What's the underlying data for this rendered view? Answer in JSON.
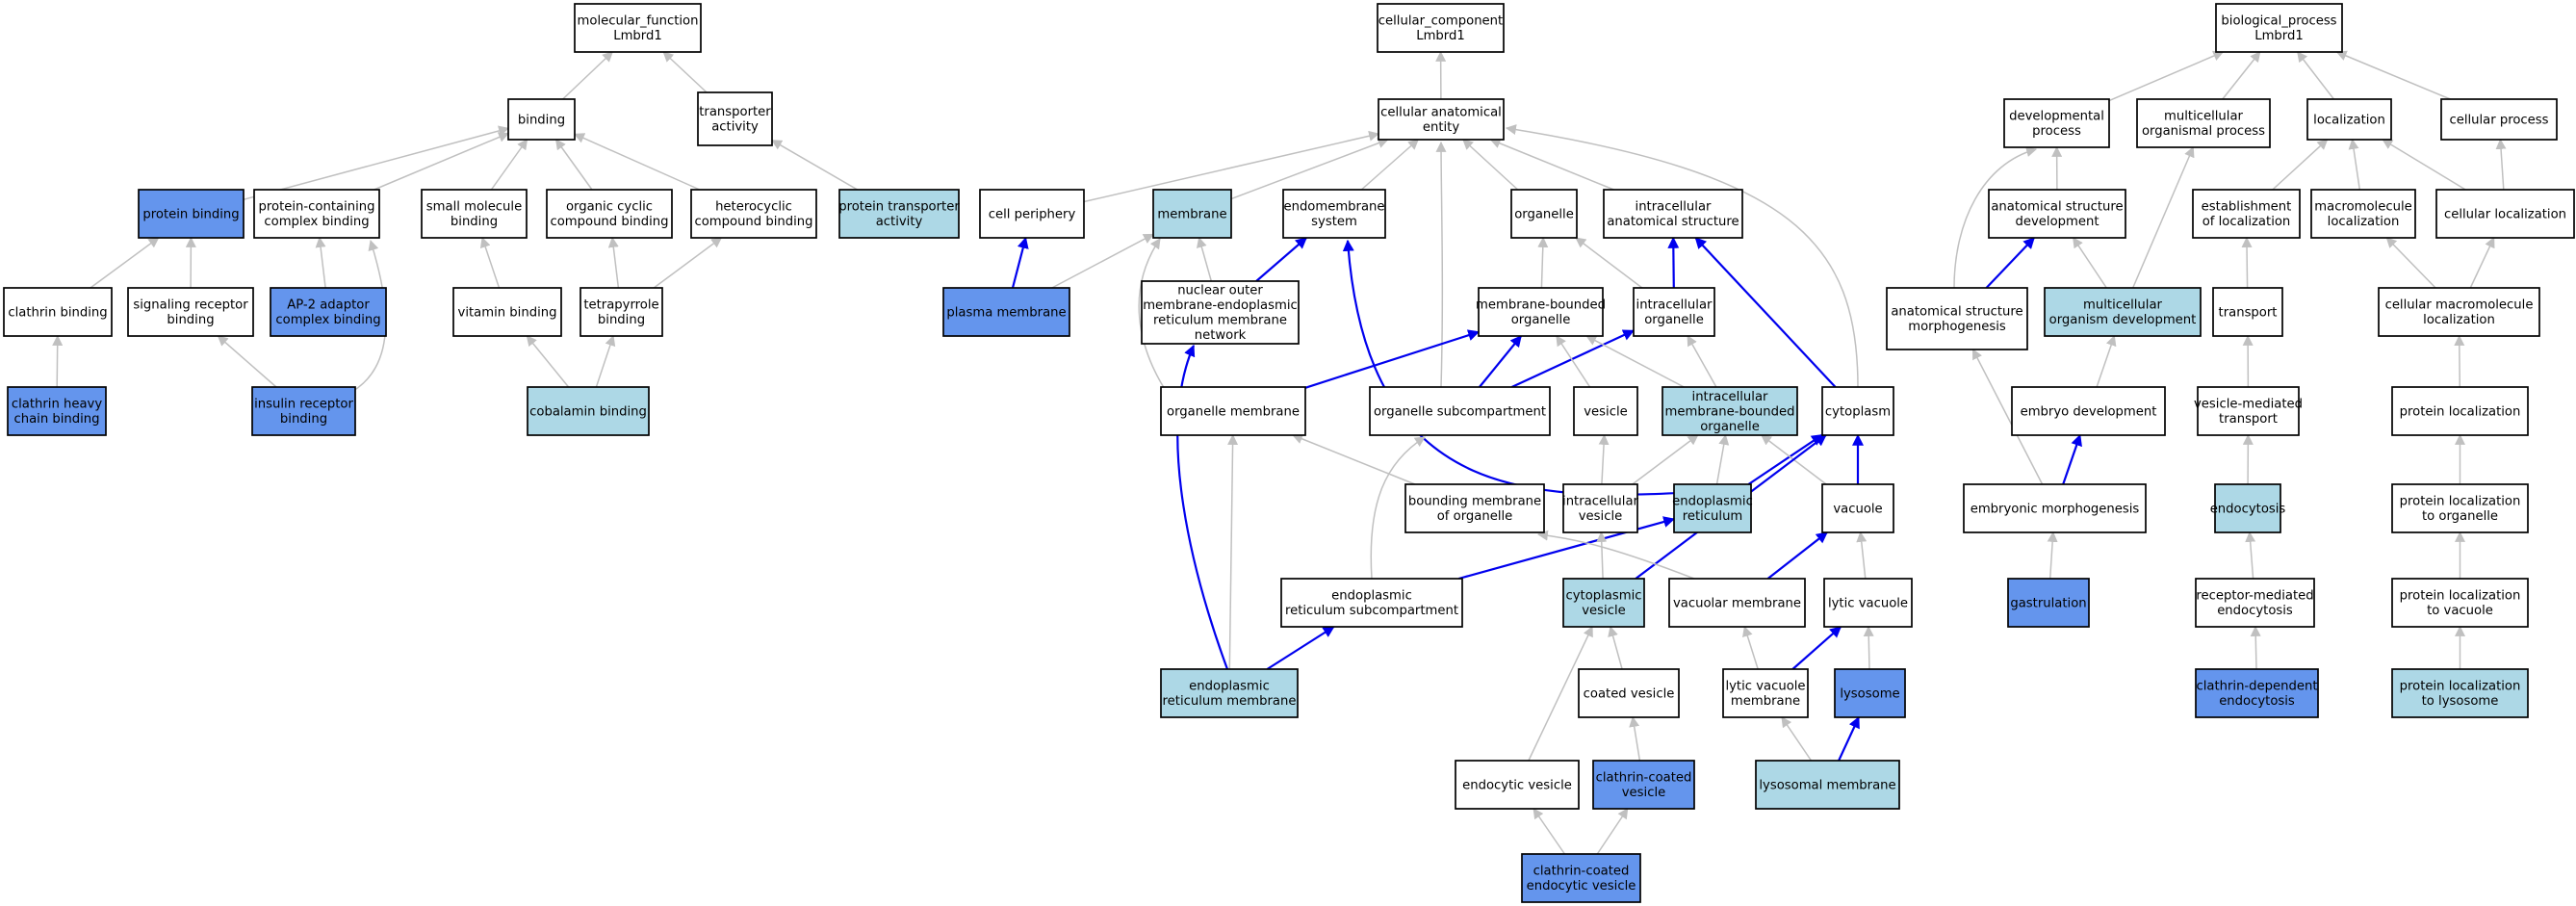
{
  "colors": {
    "plain": "#ffffff",
    "light": "#add8e6",
    "dark": "#6495ed",
    "edge_gray": "#c0c0c0",
    "edge_blue": "#0000ee"
  },
  "nodes": [
    {
      "id": "mf",
      "lines": [
        "molecular_function",
        "Lmbrd1"
      ],
      "fill": "plain"
    },
    {
      "id": "binding",
      "lines": [
        "binding"
      ],
      "fill": "plain"
    },
    {
      "id": "transporter_act",
      "lines": [
        "transporter",
        "activity"
      ],
      "fill": "plain"
    },
    {
      "id": "protein_binding",
      "lines": [
        "protein binding"
      ],
      "fill": "dark"
    },
    {
      "id": "prot_containing",
      "lines": [
        "protein-containing",
        "complex binding"
      ],
      "fill": "plain"
    },
    {
      "id": "small_molecule",
      "lines": [
        "small molecule",
        "binding"
      ],
      "fill": "plain"
    },
    {
      "id": "organic_cyclic",
      "lines": [
        "organic cyclic",
        "compound binding"
      ],
      "fill": "plain"
    },
    {
      "id": "heterocyclic",
      "lines": [
        "heterocyclic",
        "compound binding"
      ],
      "fill": "plain"
    },
    {
      "id": "prot_transporter",
      "lines": [
        "protein transporter",
        "activity"
      ],
      "fill": "light"
    },
    {
      "id": "clathrin_binding",
      "lines": [
        "clathrin binding"
      ],
      "fill": "plain"
    },
    {
      "id": "signaling_receptor",
      "lines": [
        "signaling receptor",
        "binding"
      ],
      "fill": "plain"
    },
    {
      "id": "ap2_adaptor",
      "lines": [
        "AP-2 adaptor",
        "complex binding"
      ],
      "fill": "dark"
    },
    {
      "id": "vitamin_binding",
      "lines": [
        "vitamin binding"
      ],
      "fill": "plain"
    },
    {
      "id": "tetrapyrrole",
      "lines": [
        "tetrapyrrole",
        "binding"
      ],
      "fill": "plain"
    },
    {
      "id": "clathrin_heavy",
      "lines": [
        "clathrin heavy",
        "chain binding"
      ],
      "fill": "dark"
    },
    {
      "id": "insulin_receptor",
      "lines": [
        "insulin receptor",
        "binding"
      ],
      "fill": "dark"
    },
    {
      "id": "cobalamin",
      "lines": [
        "cobalamin binding"
      ],
      "fill": "light"
    },
    {
      "id": "cc",
      "lines": [
        "cellular_component",
        "Lmbrd1"
      ],
      "fill": "plain"
    },
    {
      "id": "cae",
      "lines": [
        "cellular anatomical",
        "entity"
      ],
      "fill": "plain"
    },
    {
      "id": "cell_periphery",
      "lines": [
        "cell periphery"
      ],
      "fill": "plain"
    },
    {
      "id": "membrane",
      "lines": [
        "membrane"
      ],
      "fill": "light"
    },
    {
      "id": "endomembrane",
      "lines": [
        "endomembrane",
        "system"
      ],
      "fill": "plain"
    },
    {
      "id": "organelle",
      "lines": [
        "organelle"
      ],
      "fill": "plain"
    },
    {
      "id": "intracell_anat",
      "lines": [
        "intracellular",
        "anatomical structure"
      ],
      "fill": "plain"
    },
    {
      "id": "plasma_membrane",
      "lines": [
        "plasma membrane"
      ],
      "fill": "dark"
    },
    {
      "id": "nuclear_outer",
      "lines": [
        "nuclear outer",
        "membrane-endoplasmic",
        "reticulum membrane",
        "network"
      ],
      "fill": "plain"
    },
    {
      "id": "membrane_bounded",
      "lines": [
        "membrane-bounded",
        "organelle"
      ],
      "fill": "plain"
    },
    {
      "id": "intracell_organelle",
      "lines": [
        "intracellular",
        "organelle"
      ],
      "fill": "plain"
    },
    {
      "id": "organelle_membrane",
      "lines": [
        "organelle membrane"
      ],
      "fill": "plain"
    },
    {
      "id": "organelle_subcomp",
      "lines": [
        "organelle subcompartment"
      ],
      "fill": "plain"
    },
    {
      "id": "vesicle",
      "lines": [
        "vesicle"
      ],
      "fill": "plain"
    },
    {
      "id": "imbo",
      "lines": [
        "intracellular",
        "membrane-bounded",
        "organelle"
      ],
      "fill": "light"
    },
    {
      "id": "cytoplasm",
      "lines": [
        "cytoplasm"
      ],
      "fill": "plain"
    },
    {
      "id": "bounding_membrane",
      "lines": [
        "bounding membrane",
        "of organelle"
      ],
      "fill": "plain"
    },
    {
      "id": "intracell_vesicle",
      "lines": [
        "intracellular",
        "vesicle"
      ],
      "fill": "plain"
    },
    {
      "id": "er",
      "lines": [
        "endoplasmic",
        "reticulum"
      ],
      "fill": "light"
    },
    {
      "id": "vacuole",
      "lines": [
        "vacuole"
      ],
      "fill": "plain"
    },
    {
      "id": "er_subcomp",
      "lines": [
        "endoplasmic",
        "reticulum subcompartment"
      ],
      "fill": "plain"
    },
    {
      "id": "cytoplasmic_vesicle",
      "lines": [
        "cytoplasmic",
        "vesicle"
      ],
      "fill": "light"
    },
    {
      "id": "vacuolar_membrane",
      "lines": [
        "vacuolar membrane"
      ],
      "fill": "plain"
    },
    {
      "id": "lytic_vacuole",
      "lines": [
        "lytic vacuole"
      ],
      "fill": "plain"
    },
    {
      "id": "er_membrane",
      "lines": [
        "endoplasmic",
        "reticulum membrane"
      ],
      "fill": "light"
    },
    {
      "id": "coated_vesicle",
      "lines": [
        "coated vesicle"
      ],
      "fill": "plain"
    },
    {
      "id": "lytic_vac_membrane",
      "lines": [
        "lytic vacuole",
        "membrane"
      ],
      "fill": "plain"
    },
    {
      "id": "lysosome",
      "lines": [
        "lysosome"
      ],
      "fill": "dark"
    },
    {
      "id": "endocytic_vesicle",
      "lines": [
        "endocytic vesicle"
      ],
      "fill": "plain"
    },
    {
      "id": "clathrin_coated_vesicle",
      "lines": [
        "clathrin-coated",
        "vesicle"
      ],
      "fill": "dark"
    },
    {
      "id": "lysosomal_membrane",
      "lines": [
        "lysosomal membrane"
      ],
      "fill": "light"
    },
    {
      "id": "cc_endocytic_vesicle",
      "lines": [
        "clathrin-coated",
        "endocytic vesicle"
      ],
      "fill": "dark"
    },
    {
      "id": "bp",
      "lines": [
        "biological_process",
        "Lmbrd1"
      ],
      "fill": "plain"
    },
    {
      "id": "developmental",
      "lines": [
        "developmental",
        "process"
      ],
      "fill": "plain"
    },
    {
      "id": "multicellular_proc",
      "lines": [
        "multicellular",
        "organismal process"
      ],
      "fill": "plain"
    },
    {
      "id": "localization",
      "lines": [
        "localization"
      ],
      "fill": "plain"
    },
    {
      "id": "cellular_process",
      "lines": [
        "cellular process"
      ],
      "fill": "plain"
    },
    {
      "id": "anat_struct_dev",
      "lines": [
        "anatomical structure",
        "development"
      ],
      "fill": "plain"
    },
    {
      "id": "establishment_loc",
      "lines": [
        "establishment",
        "of localization"
      ],
      "fill": "plain"
    },
    {
      "id": "macromolecule_loc",
      "lines": [
        "macromolecule",
        "localization"
      ],
      "fill": "plain"
    },
    {
      "id": "cellular_loc",
      "lines": [
        "cellular localization"
      ],
      "fill": "plain"
    },
    {
      "id": "anat_struct_morph",
      "lines": [
        "anatomical structure",
        "morphogenesis"
      ],
      "fill": "plain"
    },
    {
      "id": "multicell_org_dev",
      "lines": [
        "multicellular",
        "organism development"
      ],
      "fill": "light"
    },
    {
      "id": "transport",
      "lines": [
        "transport"
      ],
      "fill": "plain"
    },
    {
      "id": "cell_macromol_loc",
      "lines": [
        "cellular macromolecule",
        "localization"
      ],
      "fill": "plain"
    },
    {
      "id": "embryo_dev",
      "lines": [
        "embryo development"
      ],
      "fill": "plain"
    },
    {
      "id": "vesicle_transport",
      "lines": [
        "vesicle-mediated",
        "transport"
      ],
      "fill": "plain"
    },
    {
      "id": "protein_loc",
      "lines": [
        "protein localization"
      ],
      "fill": "plain"
    },
    {
      "id": "embryonic_morph",
      "lines": [
        "embryonic morphogenesis"
      ],
      "fill": "plain"
    },
    {
      "id": "endocytosis",
      "lines": [
        "endocytosis"
      ],
      "fill": "light"
    },
    {
      "id": "protein_loc_organelle",
      "lines": [
        "protein localization",
        "to organelle"
      ],
      "fill": "plain"
    },
    {
      "id": "gastrulation",
      "lines": [
        "gastrulation"
      ],
      "fill": "dark"
    },
    {
      "id": "receptor_endocytosis",
      "lines": [
        "receptor-mediated",
        "endocytosis"
      ],
      "fill": "plain"
    },
    {
      "id": "protein_loc_vacuole",
      "lines": [
        "protein localization",
        "to vacuole"
      ],
      "fill": "plain"
    },
    {
      "id": "clathrin_endocytosis",
      "lines": [
        "clathrin-dependent",
        "endocytosis"
      ],
      "fill": "dark"
    },
    {
      "id": "protein_loc_lysosome",
      "lines": [
        "protein localization",
        "to lysosome"
      ],
      "fill": "light"
    }
  ],
  "edges": [
    {
      "from": "binding",
      "to": "mf",
      "color": "gray"
    },
    {
      "from": "transporter_act",
      "to": "mf",
      "color": "gray"
    },
    {
      "from": "protein_binding",
      "to": "binding",
      "color": "gray"
    },
    {
      "from": "prot_containing",
      "to": "binding",
      "color": "gray"
    },
    {
      "from": "small_molecule",
      "to": "binding",
      "color": "gray"
    },
    {
      "from": "organic_cyclic",
      "to": "binding",
      "color": "gray"
    },
    {
      "from": "heterocyclic",
      "to": "binding",
      "color": "gray"
    },
    {
      "from": "prot_transporter",
      "to": "transporter_act",
      "color": "gray"
    },
    {
      "from": "clathrin_binding",
      "to": "protein_binding",
      "color": "gray"
    },
    {
      "from": "signaling_receptor",
      "to": "protein_binding",
      "color": "gray"
    },
    {
      "from": "ap2_adaptor",
      "to": "prot_containing",
      "color": "gray"
    },
    {
      "from": "insulin_receptor",
      "to": "prot_containing",
      "color": "gray"
    },
    {
      "from": "vitamin_binding",
      "to": "small_molecule",
      "color": "gray"
    },
    {
      "from": "tetrapyrrole",
      "to": "organic_cyclic",
      "color": "gray"
    },
    {
      "from": "tetrapyrrole",
      "to": "heterocyclic",
      "color": "gray"
    },
    {
      "from": "clathrin_heavy",
      "to": "clathrin_binding",
      "color": "gray"
    },
    {
      "from": "insulin_receptor",
      "to": "signaling_receptor",
      "color": "gray"
    },
    {
      "from": "cobalamin",
      "to": "vitamin_binding",
      "color": "gray"
    },
    {
      "from": "cobalamin",
      "to": "tetrapyrrole",
      "color": "gray"
    },
    {
      "from": "cae",
      "to": "cc",
      "color": "gray"
    },
    {
      "from": "cell_periphery",
      "to": "cae",
      "color": "gray"
    },
    {
      "from": "membrane",
      "to": "cae",
      "color": "gray"
    },
    {
      "from": "endomembrane",
      "to": "cae",
      "color": "gray"
    },
    {
      "from": "organelle",
      "to": "cae",
      "color": "gray"
    },
    {
      "from": "intracell_anat",
      "to": "cae",
      "color": "gray"
    },
    {
      "from": "organelle_subcomp",
      "to": "cae",
      "color": "gray"
    },
    {
      "from": "cytoplasm",
      "to": "cae",
      "color": "gray"
    },
    {
      "from": "plasma_membrane",
      "to": "cell_periphery",
      "color": "blue"
    },
    {
      "from": "plasma_membrane",
      "to": "membrane",
      "color": "gray"
    },
    {
      "from": "nuclear_outer",
      "to": "membrane",
      "color": "gray"
    },
    {
      "from": "nuclear_outer",
      "to": "endomembrane",
      "color": "blue"
    },
    {
      "from": "organelle_membrane",
      "to": "membrane",
      "color": "gray"
    },
    {
      "from": "membrane_bounded",
      "to": "organelle",
      "color": "gray"
    },
    {
      "from": "intracell_organelle",
      "to": "organelle",
      "color": "gray"
    },
    {
      "from": "intracell_organelle",
      "to": "intracell_anat",
      "color": "blue"
    },
    {
      "from": "organelle_membrane",
      "to": "membrane_bounded",
      "color": "blue"
    },
    {
      "from": "organelle_subcomp",
      "to": "membrane_bounded",
      "color": "blue"
    },
    {
      "from": "organelle_subcomp",
      "to": "intracell_organelle",
      "color": "blue"
    },
    {
      "from": "vesicle",
      "to": "membrane_bounded",
      "color": "gray"
    },
    {
      "from": "imbo",
      "to": "membrane_bounded",
      "color": "gray"
    },
    {
      "from": "imbo",
      "to": "intracell_organelle",
      "color": "gray"
    },
    {
      "from": "cytoplasm",
      "to": "intracell_anat",
      "color": "blue"
    },
    {
      "from": "bounding_membrane",
      "to": "organelle_membrane",
      "color": "gray"
    },
    {
      "from": "intracell_vesicle",
      "to": "vesicle",
      "color": "gray"
    },
    {
      "from": "intracell_vesicle",
      "to": "imbo",
      "color": "gray"
    },
    {
      "from": "er",
      "to": "imbo",
      "color": "gray"
    },
    {
      "from": "er",
      "to": "endomembrane",
      "color": "blue"
    },
    {
      "from": "er",
      "to": "cytoplasm",
      "color": "blue"
    },
    {
      "from": "vacuole",
      "to": "imbo",
      "color": "gray"
    },
    {
      "from": "vacuole",
      "to": "cytoplasm",
      "color": "blue"
    },
    {
      "from": "er_subcomp",
      "to": "organelle_subcomp",
      "color": "gray"
    },
    {
      "from": "er_subcomp",
      "to": "er",
      "color": "blue"
    },
    {
      "from": "cytoplasmic_vesicle",
      "to": "intracell_vesicle",
      "color": "gray"
    },
    {
      "from": "cytoplasmic_vesicle",
      "to": "cytoplasm",
      "color": "blue"
    },
    {
      "from": "vacuolar_membrane",
      "to": "bounding_membrane",
      "color": "gray"
    },
    {
      "from": "vacuolar_membrane",
      "to": "vacuole",
      "color": "blue"
    },
    {
      "from": "lytic_vacuole",
      "to": "vacuole",
      "color": "gray"
    },
    {
      "from": "er_membrane",
      "to": "organelle_membrane",
      "color": "gray"
    },
    {
      "from": "er_membrane",
      "to": "nuclear_outer",
      "color": "blue"
    },
    {
      "from": "er_membrane",
      "to": "er_subcomp",
      "color": "blue"
    },
    {
      "from": "coated_vesicle",
      "to": "cytoplasmic_vesicle",
      "color": "gray"
    },
    {
      "from": "lytic_vac_membrane",
      "to": "vacuolar_membrane",
      "color": "gray"
    },
    {
      "from": "lytic_vac_membrane",
      "to": "lytic_vacuole",
      "color": "blue"
    },
    {
      "from": "lysosome",
      "to": "lytic_vacuole",
      "color": "gray"
    },
    {
      "from": "endocytic_vesicle",
      "to": "cytoplasmic_vesicle",
      "color": "gray"
    },
    {
      "from": "clathrin_coated_vesicle",
      "to": "coated_vesicle",
      "color": "gray"
    },
    {
      "from": "lysosomal_membrane",
      "to": "lytic_vac_membrane",
      "color": "gray"
    },
    {
      "from": "lysosomal_membrane",
      "to": "lysosome",
      "color": "blue"
    },
    {
      "from": "cc_endocytic_vesicle",
      "to": "endocytic_vesicle",
      "color": "gray"
    },
    {
      "from": "cc_endocytic_vesicle",
      "to": "clathrin_coated_vesicle",
      "color": "gray"
    },
    {
      "from": "developmental",
      "to": "bp",
      "color": "gray"
    },
    {
      "from": "multicellular_proc",
      "to": "bp",
      "color": "gray"
    },
    {
      "from": "localization",
      "to": "bp",
      "color": "gray"
    },
    {
      "from": "cellular_process",
      "to": "bp",
      "color": "gray"
    },
    {
      "from": "anat_struct_dev",
      "to": "developmental",
      "color": "gray"
    },
    {
      "from": "anat_struct_morph",
      "to": "developmental",
      "color": "gray"
    },
    {
      "from": "establishment_loc",
      "to": "localization",
      "color": "gray"
    },
    {
      "from": "macromolecule_loc",
      "to": "localization",
      "color": "gray"
    },
    {
      "from": "cellular_loc",
      "to": "localization",
      "color": "gray"
    },
    {
      "from": "cellular_loc",
      "to": "cellular_process",
      "color": "gray"
    },
    {
      "from": "anat_struct_morph",
      "to": "anat_struct_dev",
      "color": "blue"
    },
    {
      "from": "multicell_org_dev",
      "to": "anat_struct_dev",
      "color": "gray"
    },
    {
      "from": "multicell_org_dev",
      "to": "multicellular_proc",
      "color": "gray"
    },
    {
      "from": "transport",
      "to": "establishment_loc",
      "color": "gray"
    },
    {
      "from": "cell_macromol_loc",
      "to": "macromolecule_loc",
      "color": "gray"
    },
    {
      "from": "cell_macromol_loc",
      "to": "cellular_loc",
      "color": "gray"
    },
    {
      "from": "embryo_dev",
      "to": "multicell_org_dev",
      "color": "gray"
    },
    {
      "from": "vesicle_transport",
      "to": "transport",
      "color": "gray"
    },
    {
      "from": "protein_loc",
      "to": "cell_macromol_loc",
      "color": "gray"
    },
    {
      "from": "embryonic_morph",
      "to": "anat_struct_morph",
      "color": "gray"
    },
    {
      "from": "embryonic_morph",
      "to": "embryo_dev",
      "color": "blue"
    },
    {
      "from": "endocytosis",
      "to": "vesicle_transport",
      "color": "gray"
    },
    {
      "from": "protein_loc_organelle",
      "to": "protein_loc",
      "color": "gray"
    },
    {
      "from": "gastrulation",
      "to": "embryonic_morph",
      "color": "gray"
    },
    {
      "from": "receptor_endocytosis",
      "to": "endocytosis",
      "color": "gray"
    },
    {
      "from": "protein_loc_vacuole",
      "to": "protein_loc_organelle",
      "color": "gray"
    },
    {
      "from": "clathrin_endocytosis",
      "to": "receptor_endocytosis",
      "color": "gray"
    },
    {
      "from": "protein_loc_lysosome",
      "to": "protein_loc_vacuole",
      "color": "gray"
    }
  ]
}
